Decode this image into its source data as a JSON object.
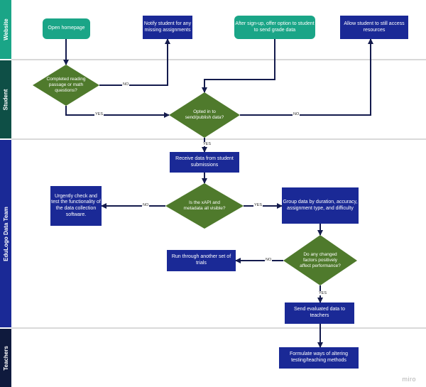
{
  "lanes": {
    "website": {
      "label": "Website",
      "color": "#1aa587"
    },
    "student": {
      "label": "Student",
      "color": "#0e4f46"
    },
    "team": {
      "label": "EduLogo Data Team",
      "color": "#1a2996"
    },
    "teachers": {
      "label": "Teachers",
      "color": "#0f1a3d"
    }
  },
  "nodes": {
    "open_homepage": "Open homepage",
    "notify_student": "Notify student for any missing assignments",
    "after_signup": "After sign-up, offer option to student to send grade data",
    "allow_access": "Allow student to still access resources",
    "completed_reading": "Completed reading passage or math questions?",
    "opted_in": "Opted in to send/publish data?",
    "receive_data": "Receive data from student submissions",
    "urgently_check": "Urgently check and test the functionality of the data collection software.",
    "xapi_visible": "Is the xAPI and metadata all visible?",
    "group_data": "Group data by duration, accuracy, assignment type, and difficulty",
    "run_trials": "Run through another set of trials",
    "changed_factors": "Do any changed factors positively affect performance?",
    "send_evaluated": "Send evaluated data to teachers",
    "formulate": "Formulate ways of altering testing/teaching methods"
  },
  "edge_labels": {
    "no": "NO",
    "yes": "YES"
  },
  "colors": {
    "teal": "#1aa587",
    "navy": "#1a2996",
    "green_diamond": "#4f7a2c",
    "connector": "#141b4d"
  },
  "watermark": "miro"
}
